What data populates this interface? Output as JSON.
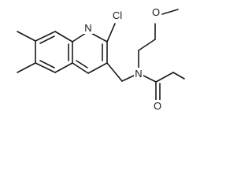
{
  "diagram": {
    "type": "chemical-structure",
    "atom_labels": {
      "chlorine": "Cl",
      "ring_nitrogen": "N",
      "ether_oxygen": "O",
      "amide_nitrogen": "N",
      "carbonyl_oxygen": "O"
    }
  }
}
